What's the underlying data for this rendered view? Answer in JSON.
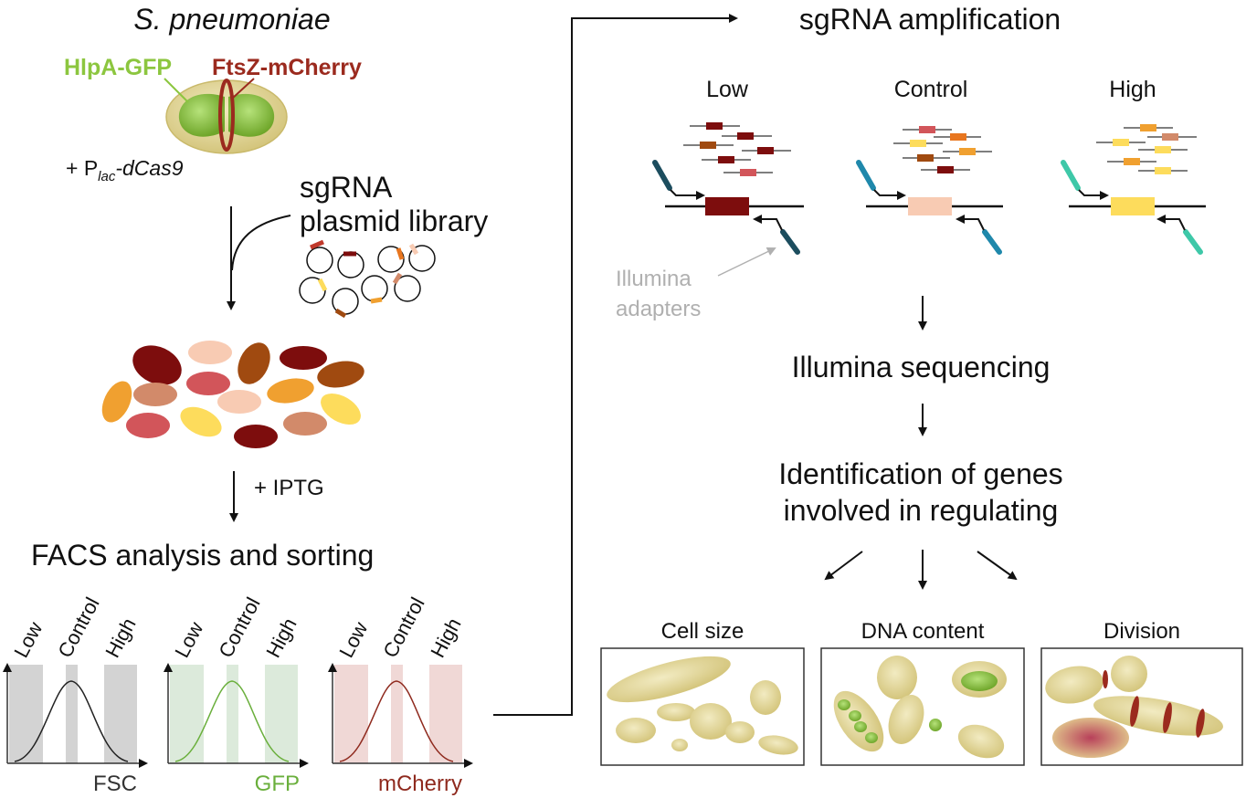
{
  "left": {
    "organism": "S. pneumoniae",
    "hlpa_label": "HlpA-GFP",
    "ftsz_label": "FtsZ-mCherry",
    "plac_prefix": "+ P",
    "plac_sub": "lac",
    "plac_gene": "-dCas9",
    "library_line1": "sgRNA",
    "library_line2": "plasmid library",
    "iptg_label": "+ IPTG",
    "facs_title": "FACS analysis and sorting",
    "histograms": [
      {
        "low": "Low",
        "control": "Control",
        "high": "High",
        "axis": "FSC",
        "axis_color": "#333333",
        "curve_color": "#222222",
        "band_color": "#d3d3d3"
      },
      {
        "low": "Low",
        "control": "Control",
        "high": "High",
        "axis": "GFP",
        "axis_color": "#6aaf3c",
        "curve_color": "#6aaf3c",
        "band_color": "#dceadb"
      },
      {
        "low": "Low",
        "control": "Control",
        "high": "High",
        "axis": "mCherry",
        "axis_color": "#8f2a1e",
        "curve_color": "#8f2a1e",
        "band_color": "#f0d8d6"
      }
    ]
  },
  "right": {
    "amp_title": "sgRNA amplification",
    "groups": [
      {
        "label": "Low",
        "gene_color": "#7d0d0d",
        "primer_color": "#1c4d5e"
      },
      {
        "label": "Control",
        "gene_color": "#f8cbb3",
        "primer_color": "#1f88ab"
      },
      {
        "label": "High",
        "gene_color": "#fddc5c",
        "primer_color": "#3ec8a8"
      }
    ],
    "adapters_line1": "Illumina",
    "adapters_line2": "adapters",
    "seq_title": "Illumina sequencing",
    "ident_line1": "Identification of genes",
    "ident_line2": "involved in regulating",
    "panels": [
      {
        "label": "Cell size"
      },
      {
        "label": "DNA content"
      },
      {
        "label": "Division"
      }
    ]
  },
  "colors": {
    "cell_fill": "#e2d79c",
    "cell_edge": "#c9b96a",
    "gfp": "#8cc63f",
    "mcherry": "#9b2a1e"
  }
}
